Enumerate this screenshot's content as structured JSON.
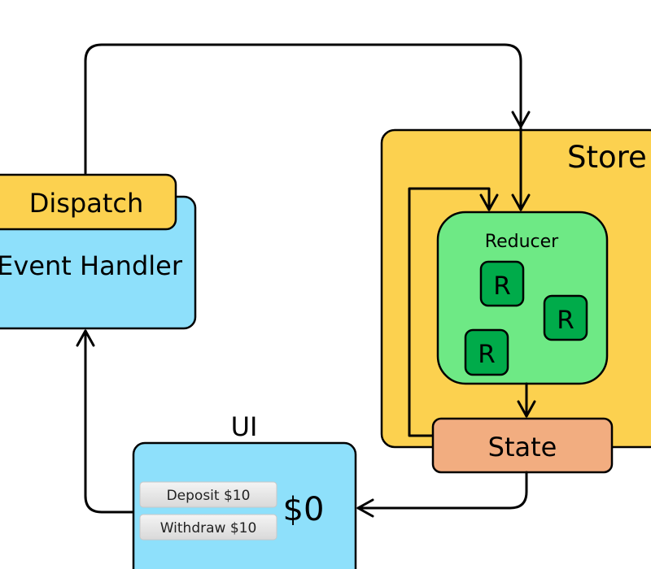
{
  "colors": {
    "store": "#fcd14f",
    "reducer": "#6ee985",
    "reducer_item": "#00ab4a",
    "state": "#f2ad80",
    "ui": "#8ee0fb",
    "event_handler": "#8ee0fb",
    "dispatch": "#fcd14f"
  },
  "store": {
    "label": "Store"
  },
  "reducer": {
    "label": "Reducer",
    "items": [
      "R",
      "R",
      "R"
    ]
  },
  "state": {
    "label": "State"
  },
  "ui": {
    "label": "UI",
    "buttons": [
      "Deposit $10",
      "Withdraw $10"
    ],
    "balance": "$0"
  },
  "event_handler": {
    "label": "Event Handler"
  },
  "dispatch": {
    "label": "Dispatch"
  }
}
